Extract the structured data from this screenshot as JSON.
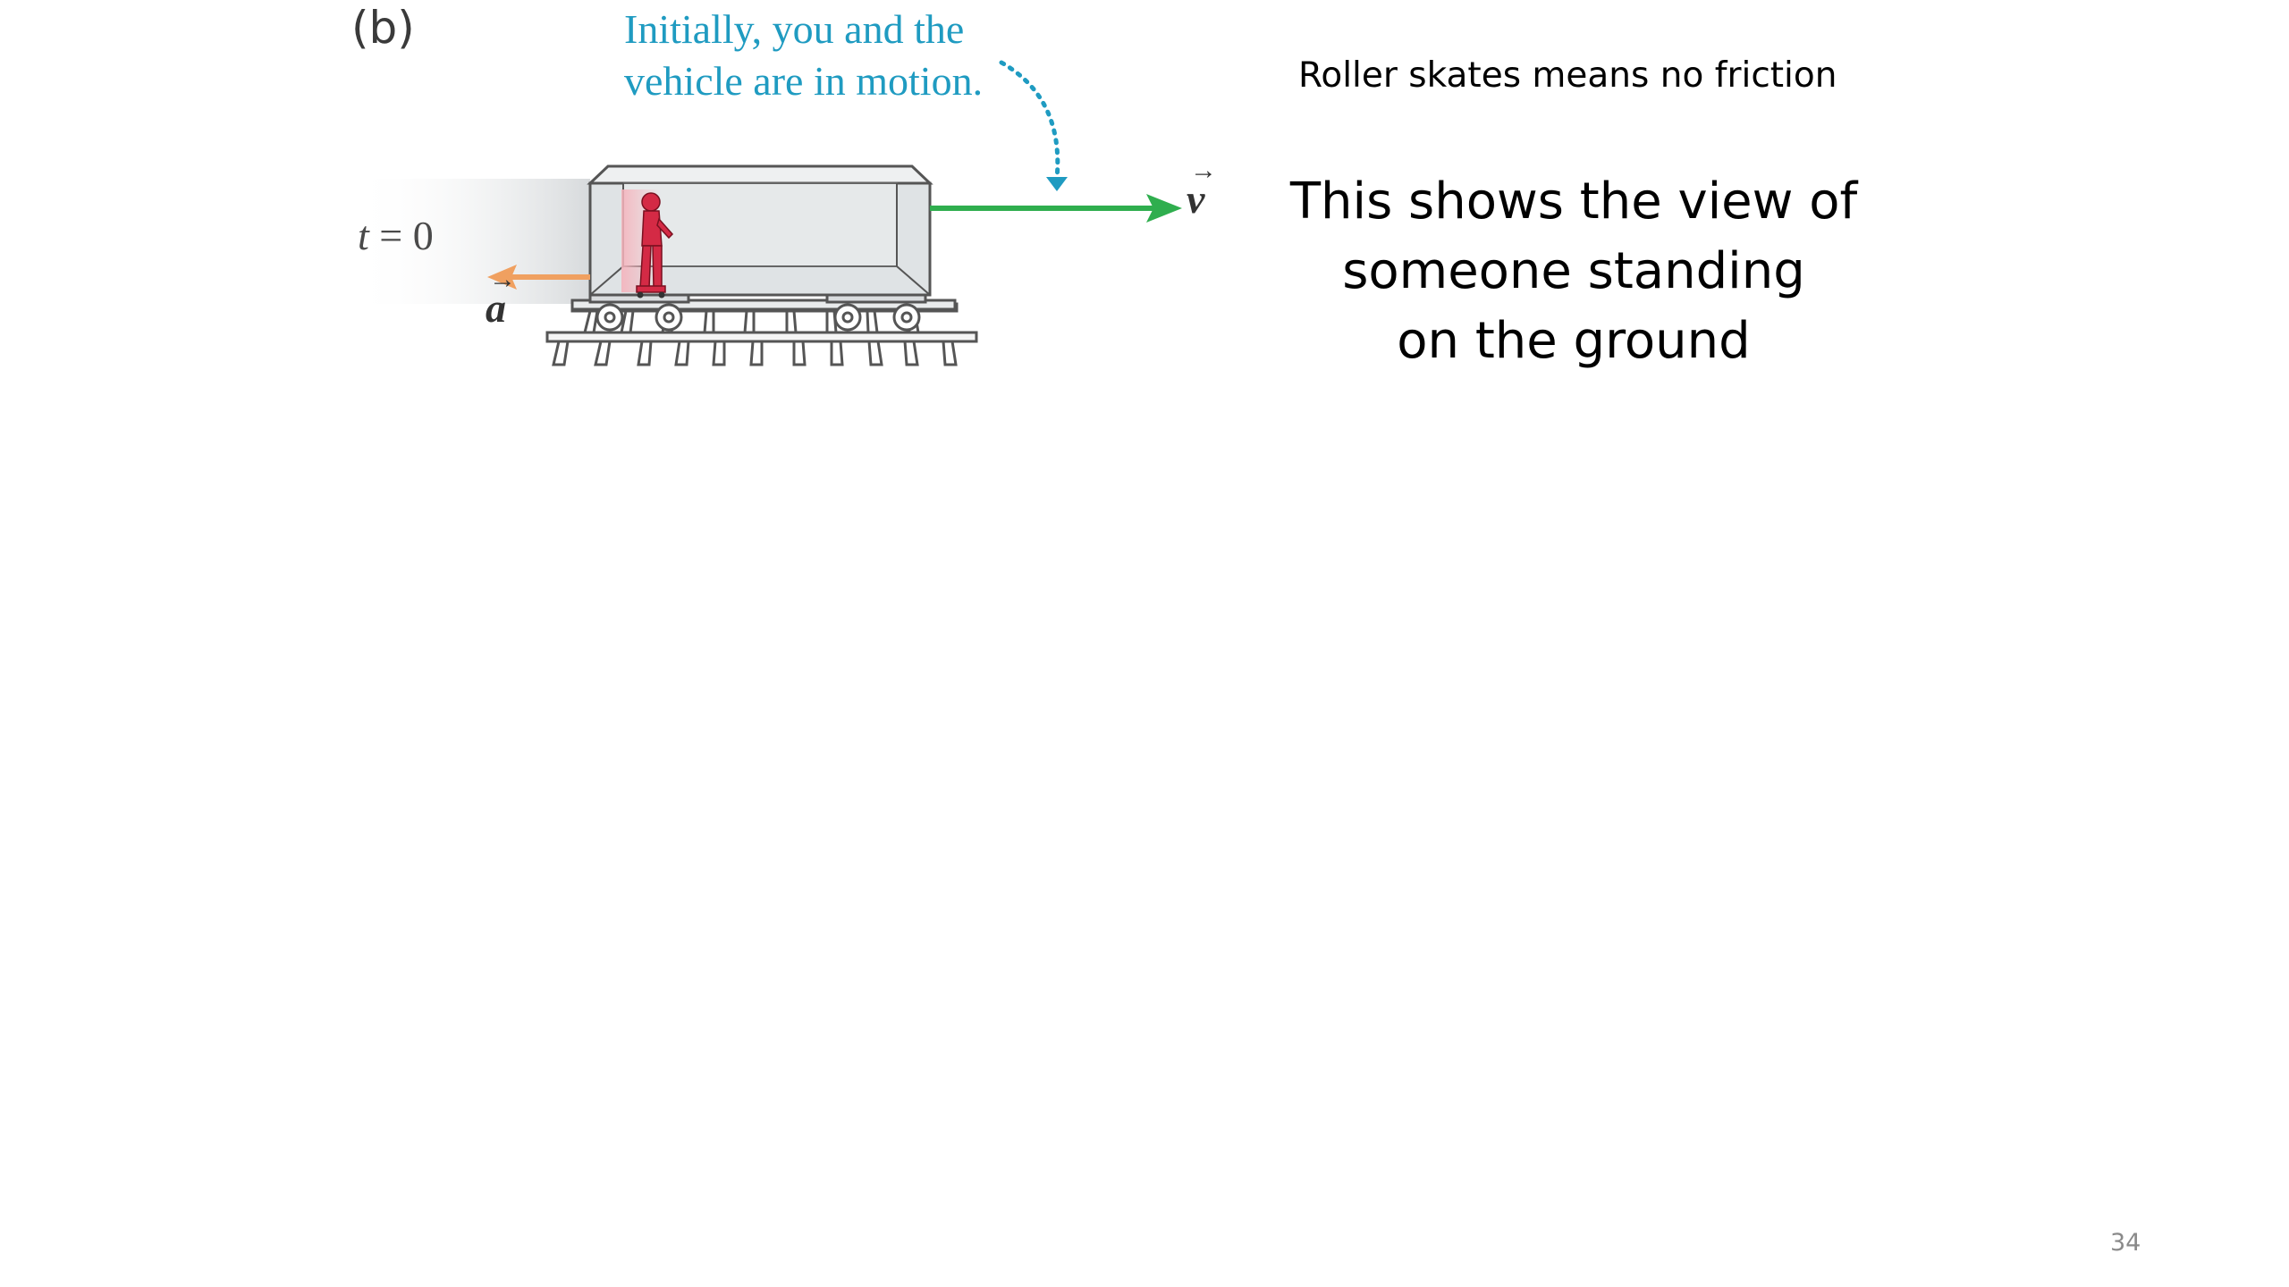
{
  "slide": {
    "panel_label": "(b)",
    "figure": {
      "callout_line1": "Initially, you and the",
      "callout_line2": "vehicle are in motion.",
      "time_var": "t",
      "time_rest": " = 0",
      "accel_label": "a",
      "velocity_label": "v",
      "vector_arrow": "→",
      "colors": {
        "callout": "#1f9bc1",
        "velocity_arrow": "#2fae4e",
        "accel_arrow": "#f0a060",
        "person": "#d42a45",
        "car_body": "#dfe3e5"
      },
      "icons": [
        "railcar-icon",
        "person-on-roller-skates-icon",
        "rail-track-icon",
        "curved-dotted-arrow-icon"
      ]
    },
    "notes": {
      "small": "Roller skates means no friction",
      "big_line1": "This shows the view of",
      "big_line2": "someone standing",
      "big_line3": "on the ground"
    },
    "page_number": "34"
  }
}
